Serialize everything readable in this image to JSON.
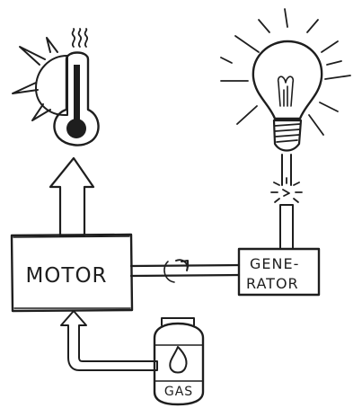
{
  "labels": {
    "motor": "MOTOR",
    "generator_line1": "GENE-",
    "generator_line2": "RATOR",
    "gas": "GAS"
  },
  "icons": [
    "thermometer-icon",
    "sun-icon",
    "heat-waves-icon",
    "light-bulb-icon",
    "spark-icon",
    "gas-tank-icon",
    "flame-icon",
    "rotation-arrow-icon"
  ],
  "colors": {
    "ink": "#1e1e1e",
    "paper": "#ffffff",
    "hatch": "#5a5a5a"
  }
}
